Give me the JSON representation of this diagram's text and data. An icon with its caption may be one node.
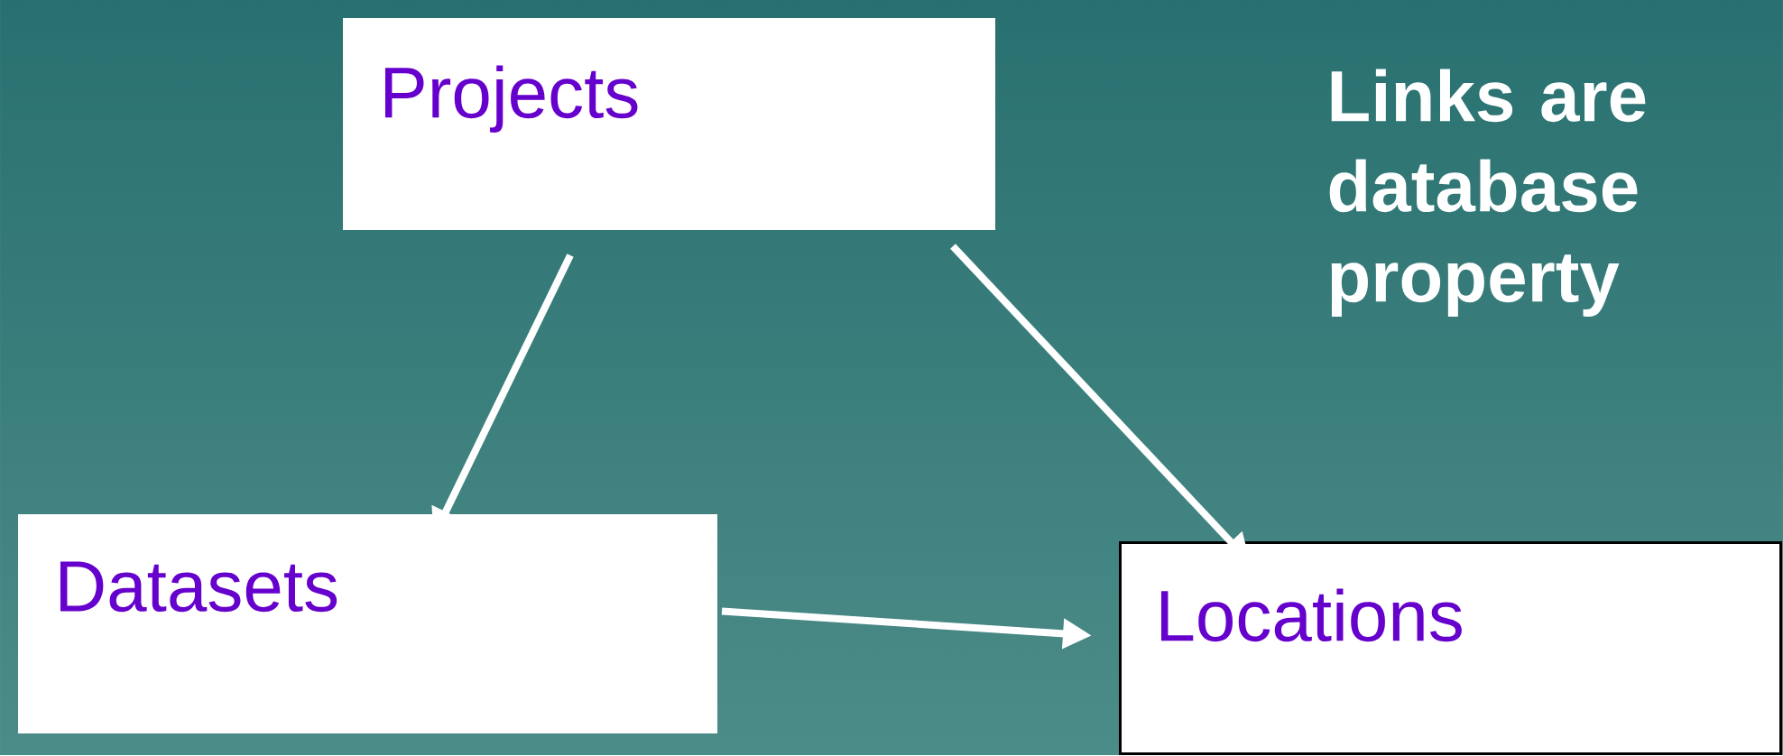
{
  "diagram": {
    "nodes": [
      {
        "text": [
          "Projects"
        ]
      },
      {
        "text": [
          "Datasets"
        ]
      },
      {
        "text": [
          "Locations"
        ]
      }
    ],
    "edges": [
      {
        "from": 0,
        "to": 1,
        "arrow": "to"
      },
      {
        "from": 0,
        "to": 2,
        "arrow": "to"
      },
      {
        "from": 1,
        "to": 2,
        "arrow": "to"
      }
    ],
    "labels": [
      "Links are database property"
    ]
  }
}
